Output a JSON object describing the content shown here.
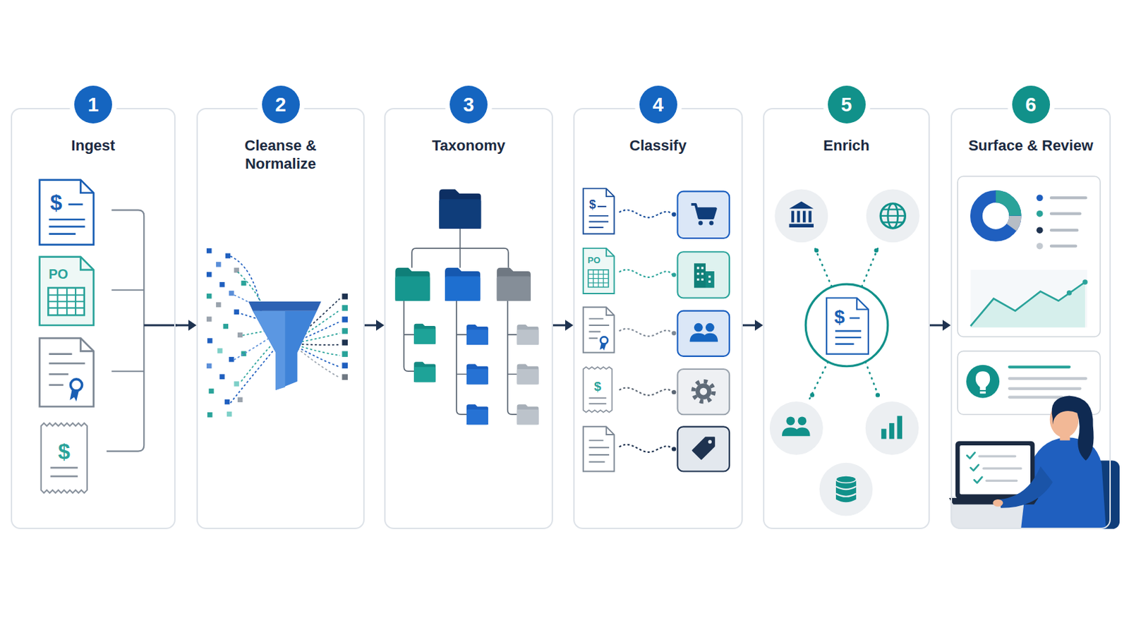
{
  "diagram": {
    "nodes": [
      {
        "text": [
          "1",
          "Ingest"
        ]
      },
      {
        "text": [
          "2",
          "Cleanse & Normalize"
        ]
      },
      {
        "text": [
          "3",
          "Taxonomy"
        ]
      },
      {
        "text": [
          "4",
          "Classify"
        ]
      },
      {
        "text": [
          "5",
          "Enrich"
        ]
      },
      {
        "text": [
          "6",
          "Surface & Review"
        ]
      }
    ],
    "edges": [
      {
        "from": 0,
        "to": 1,
        "arrow": "to"
      },
      {
        "from": 1,
        "to": 2,
        "arrow": "to"
      },
      {
        "from": 2,
        "to": 3,
        "arrow": "to"
      },
      {
        "from": 3,
        "to": 4,
        "arrow": "to"
      },
      {
        "from": 4,
        "to": 5,
        "arrow": "to"
      }
    ],
    "labels": [
      "$",
      "PO",
      "$",
      "$",
      "PO",
      "$",
      "$"
    ]
  }
}
